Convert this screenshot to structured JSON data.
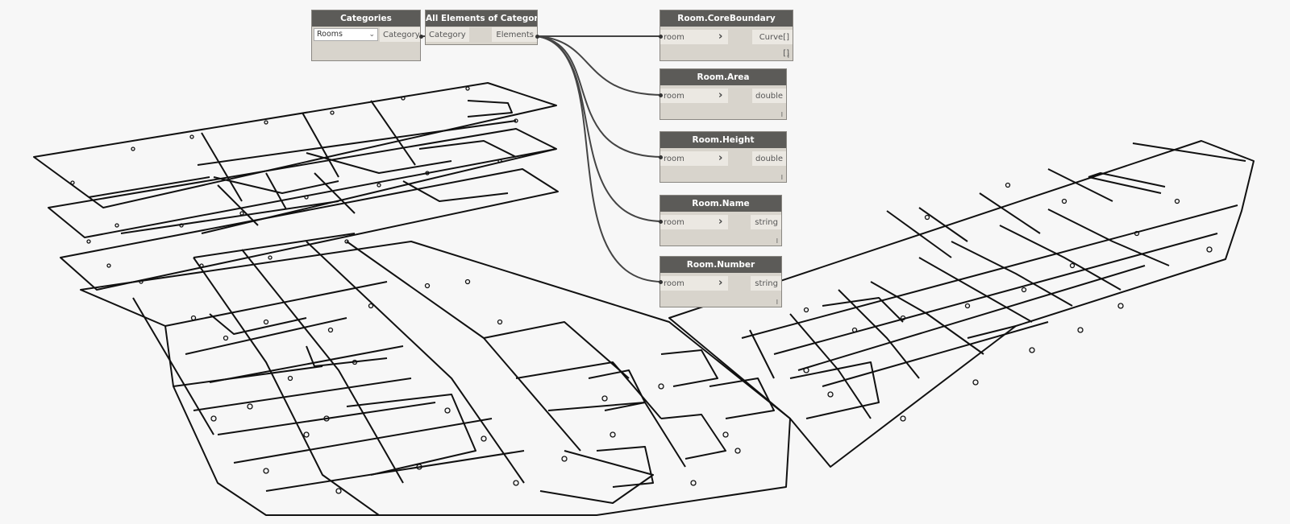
{
  "nodes": {
    "categories": {
      "title": "Categories",
      "dropdown_value": "Rooms",
      "output": "Category"
    },
    "all_elements": {
      "title": "All Elements of Category",
      "input": "Category",
      "output": "Elements"
    },
    "core_boundary": {
      "title": "Room.CoreBoundary",
      "input": "room",
      "output": "Curve[][]",
      "lacing": "l"
    },
    "area": {
      "title": "Room.Area",
      "input": "room",
      "output": "double",
      "lacing": "l"
    },
    "height": {
      "title": "Room.Height",
      "input": "room",
      "output": "double",
      "lacing": "l"
    },
    "name": {
      "title": "Room.Name",
      "input": "room",
      "output": "string",
      "lacing": "l"
    },
    "number": {
      "title": "Room.Number",
      "input": "room",
      "output": "string",
      "lacing": "l"
    }
  },
  "colors": {
    "node_header": "#5c5b58",
    "node_body": "#d8d4cc",
    "wire": "#444444",
    "geometry": "#111111"
  }
}
